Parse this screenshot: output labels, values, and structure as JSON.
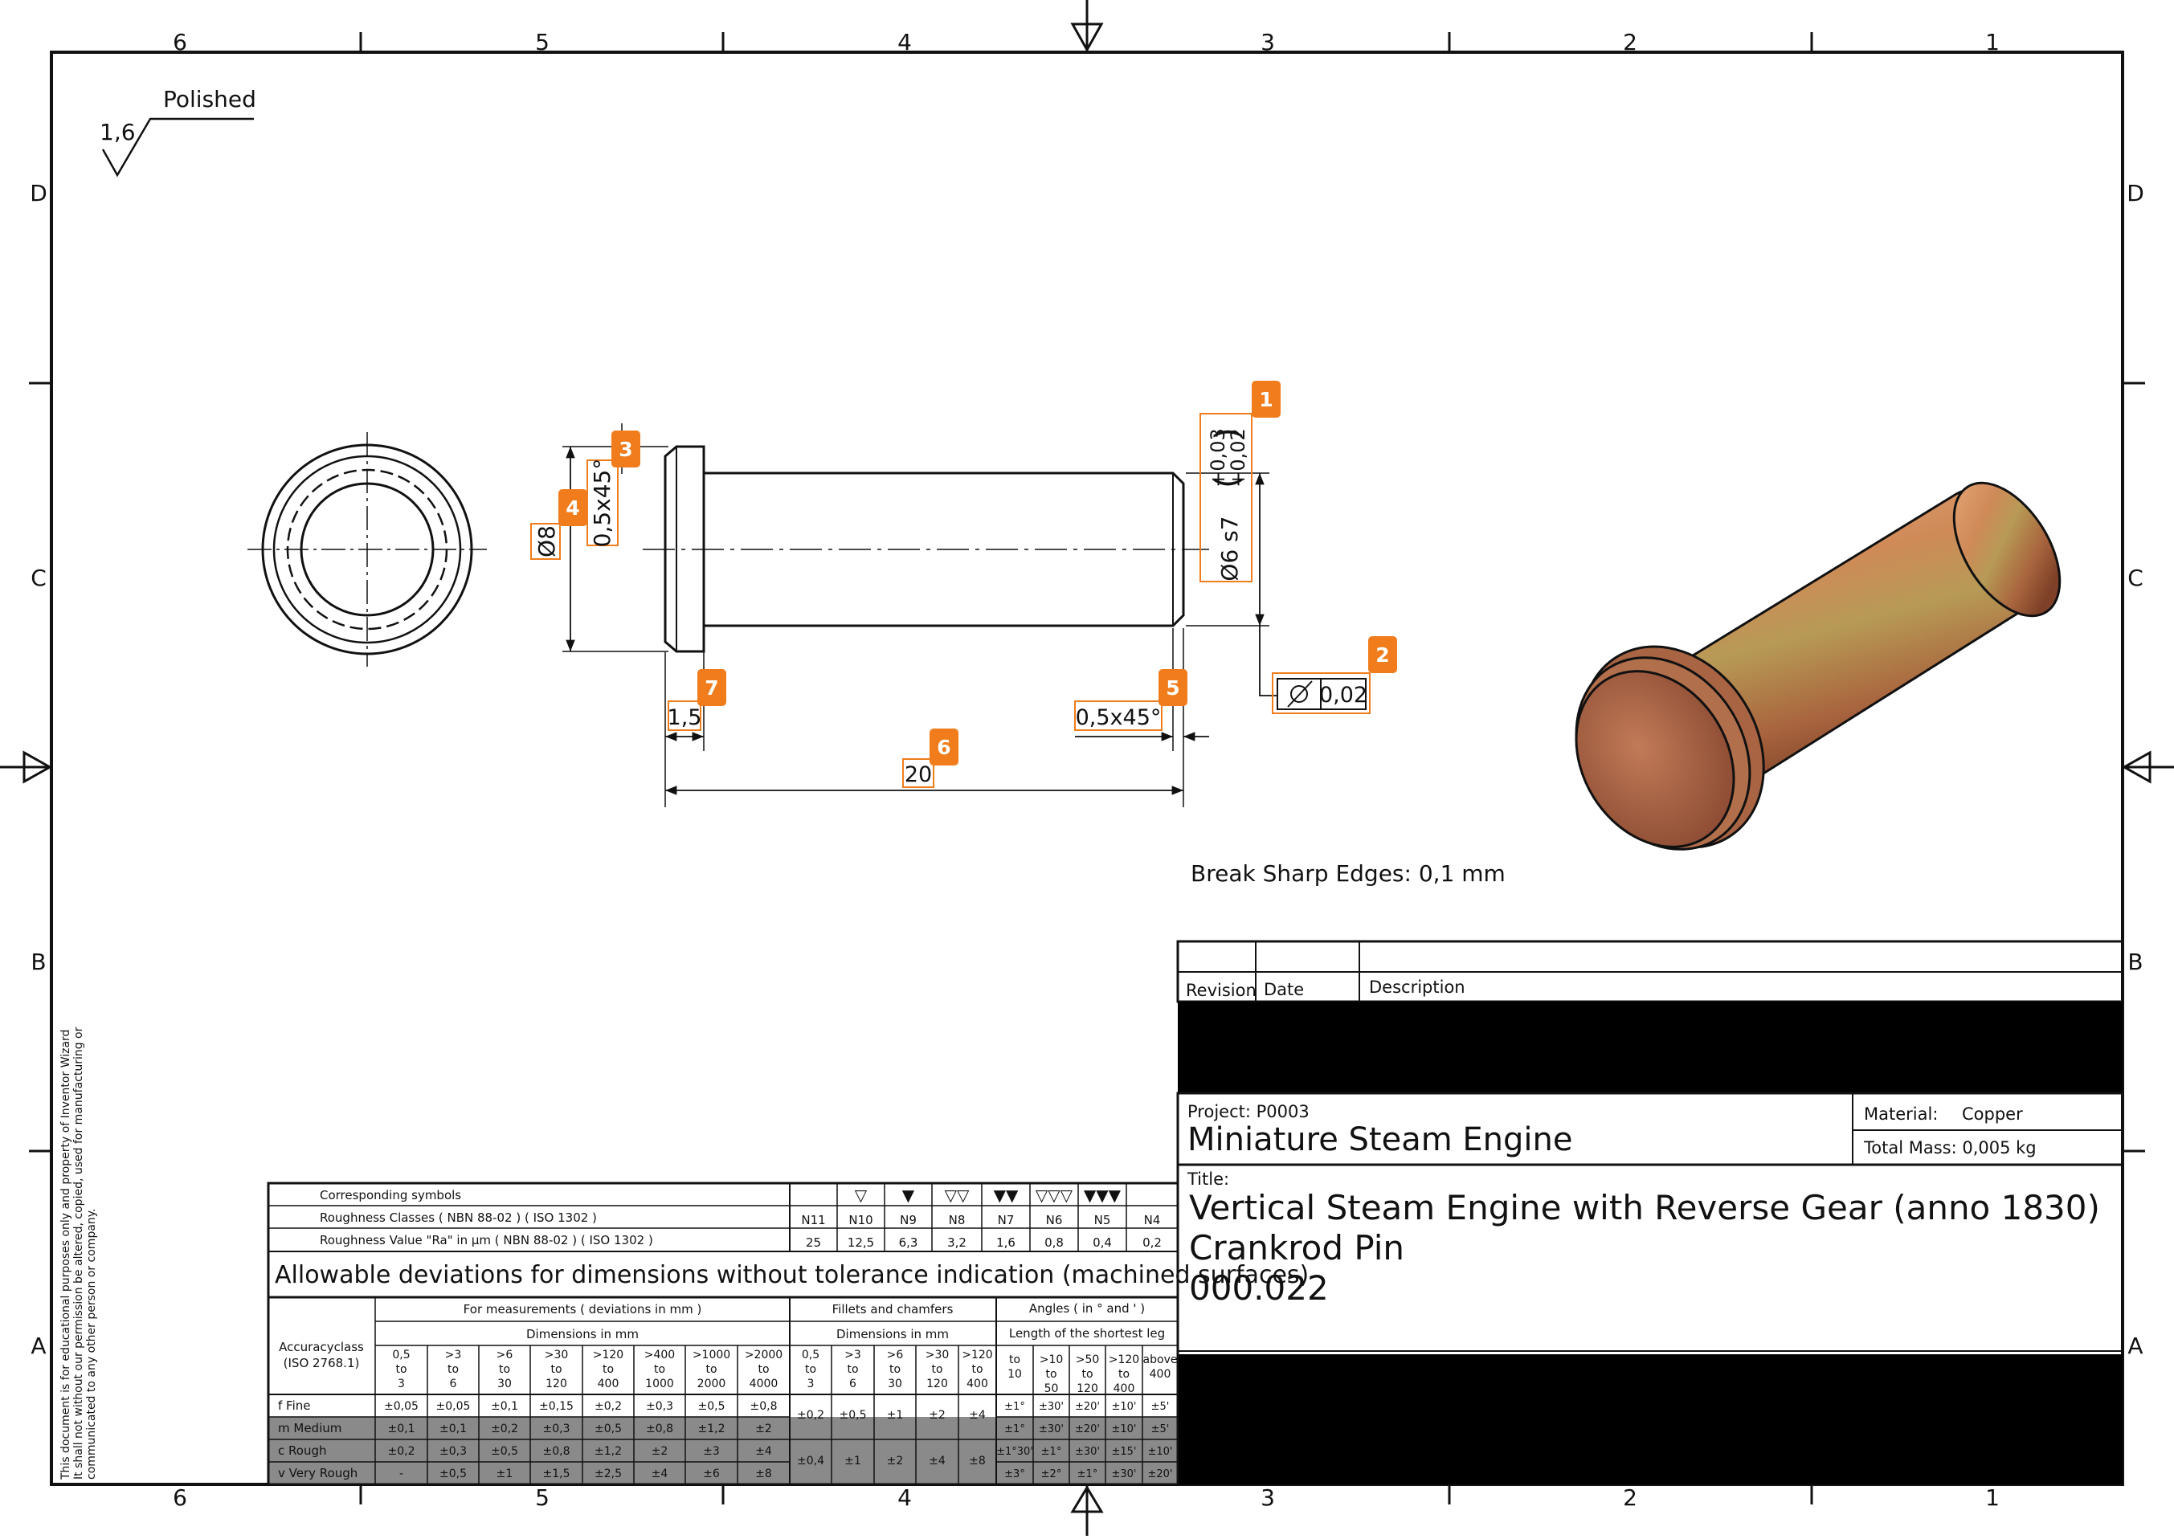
{
  "grid": {
    "columns": [
      "6",
      "5",
      "4",
      "3",
      "2",
      "1"
    ],
    "rows": [
      "D",
      "C",
      "B",
      "A"
    ]
  },
  "surface_finish": {
    "value": "1,6",
    "note": "Polished"
  },
  "dimensions": {
    "d1": {
      "main": "Ø6 s7",
      "upper": "+0,03",
      "lower": "+0,02"
    },
    "d2": {
      "tol": "0,02"
    },
    "d3": "0,5x45°",
    "d4": "Ø8",
    "d5": "0,5x45°",
    "d6": "20",
    "d7": "1,5"
  },
  "callouts": [
    "1",
    "2",
    "3",
    "4",
    "5",
    "6",
    "7"
  ],
  "note": "Break Sharp Edges: 0,1 mm",
  "side_text": [
    "This document is for educational purposes only and property of Inventor Wizard",
    "It shall not without our permission be altered, copied, used for manufacturing or",
    "communicated to any other person or company."
  ],
  "revision": {
    "col1": "Revision",
    "col2": "Date",
    "col3": "Description"
  },
  "project": {
    "label": "Project: P0003",
    "name": "Miniature Steam Engine"
  },
  "material": {
    "label": "Material:",
    "value": "Copper"
  },
  "mass": {
    "text": "Total Mass: 0,005 kg"
  },
  "title": {
    "label": "Title:",
    "line1": "Vertical Steam Engine with Reverse Gear (anno 1830)",
    "line2": "Crankrod Pin",
    "line3": "000.022"
  },
  "tolerance_table": {
    "row_labels": [
      "Corresponding symbols",
      "Roughness Classes ( NBN 88-02 ) ( ISO 1302 )",
      "Roughness Value \"Ra\" in µm ( NBN 88-02 ) ( ISO 1302 )"
    ],
    "roughness_classes": [
      "N11",
      "N10",
      "N9",
      "N8",
      "N7",
      "N6",
      "N5",
      "N4"
    ],
    "roughness_values": [
      "25",
      "12,5",
      "6,3",
      "3,2",
      "1,6",
      "0,8",
      "0,4",
      "0,2"
    ],
    "heading": "Allowable deviations for dimensions without tolerance indication (machined surfaces)",
    "group_measure": "For measurements ( deviations in mm )",
    "group_fillets": "Fillets and chamfers",
    "group_angles": "Angles ( in ° and ' )",
    "sub_dims": "Dimensions in mm",
    "sub_dims2": "Dimensions in mm",
    "sub_leg": "Length of the shortest leg",
    "accuracy_label_1": "Accuracyclass",
    "accuracy_label_2": "(ISO 2768.1)",
    "measure_ranges": [
      [
        "0,5",
        "to",
        "3"
      ],
      [
        ">3",
        "to",
        "6"
      ],
      [
        ">6",
        "to",
        "30"
      ],
      [
        ">30",
        "to",
        "120"
      ],
      [
        ">120",
        "to",
        "400"
      ],
      [
        ">400",
        "to",
        "1000"
      ],
      [
        ">1000",
        "to",
        "2000"
      ],
      [
        ">2000",
        "to",
        "4000"
      ]
    ],
    "fillet_ranges": [
      [
        "0,5",
        "to",
        "3"
      ],
      [
        ">3",
        "to",
        "6"
      ],
      [
        ">6",
        "to",
        "30"
      ],
      [
        ">30",
        "to",
        "120"
      ],
      [
        ">120",
        "to",
        "400"
      ]
    ],
    "angle_ranges": [
      [
        "to",
        "10",
        ""
      ],
      [
        ">10",
        "to",
        "50"
      ],
      [
        ">50",
        "to",
        "120"
      ],
      [
        ">120",
        "to",
        "400"
      ],
      [
        "above",
        "400",
        ""
      ]
    ],
    "classes": [
      {
        "name": "f  Fine",
        "measure": [
          "±0,05",
          "±0,05",
          "±0,1",
          "±0,15",
          "±0,2",
          "±0,3",
          "±0,5",
          "±0,8"
        ],
        "angles": [
          "±1°",
          "±30'",
          "±20'",
          "±10'",
          "±5'"
        ]
      },
      {
        "name": "m  Medium",
        "measure": [
          "±0,1",
          "±0,1",
          "±0,2",
          "±0,3",
          "±0,5",
          "±0,8",
          "±1,2",
          "±2"
        ],
        "angles": [
          "±1°",
          "±30'",
          "±20'",
          "±10'",
          "±5'"
        ]
      },
      {
        "name": "c  Rough",
        "measure": [
          "±0,2",
          "±0,3",
          "±0,5",
          "±0,8",
          "±1,2",
          "±2",
          "±3",
          "±4"
        ],
        "angles": [
          "±1°30'",
          "±1°",
          "±30'",
          "±15'",
          "±10'"
        ]
      },
      {
        "name": "v  Very Rough",
        "measure": [
          "-",
          "±0,5",
          "±1",
          "±1,5",
          "±2,5",
          "±4",
          "±6",
          "±8"
        ],
        "angles": [
          "±3°",
          "±2°",
          "±1°",
          "±30'",
          "±20'"
        ]
      }
    ],
    "fillets_fm": [
      "±0,2",
      "±0,5",
      "±1",
      "±2",
      "±4"
    ],
    "fillets_cv": [
      "±0,4",
      "±1",
      "±2",
      "±4",
      "±8"
    ]
  }
}
